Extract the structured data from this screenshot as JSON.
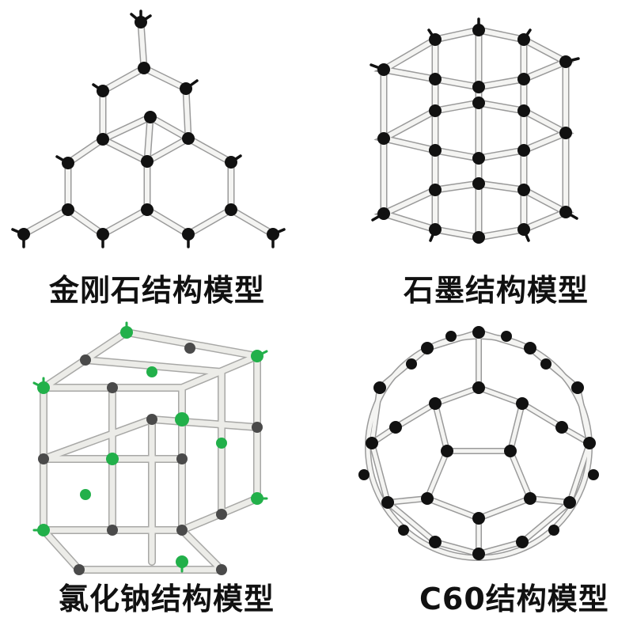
{
  "models": [
    {
      "caption": "金刚石结构模型",
      "atom_color": "#111111",
      "bond_color": "#f2f2f0"
    },
    {
      "caption": "石墨结构模型",
      "atom_color": "#111111",
      "bond_color": "#f2f2f0"
    },
    {
      "caption": "氯化钠结构模型",
      "atom_colors": [
        "#22b04a",
        "#4a4a4a"
      ],
      "bond_color": "#e6e6e2"
    },
    {
      "caption": "C60结构模型",
      "atom_color": "#111111",
      "bond_color": "#f2f2f0"
    }
  ]
}
